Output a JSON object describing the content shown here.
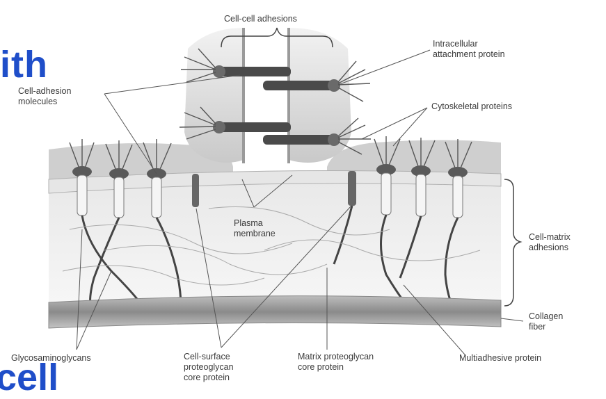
{
  "colors": {
    "slide_text": "#1f4ec9",
    "label_text": "#3a3a3a",
    "membrane": "#dcdcdc",
    "cytoplasm": "#bdbdbd",
    "matrix": "#ececec",
    "collagen": "#9a9a9a",
    "protein": "#555555"
  },
  "slide_fragments": {
    "top": "ith",
    "bottom": "cell"
  },
  "labels": {
    "cell_cell": "Cell-cell adhesions",
    "intracellular": "Intracellular\nattachment protein",
    "cell_adhesion": "Cell-adhesion\nmolecules",
    "cytoskeletal": "Cytoskeletal proteins",
    "plasma_membrane": "Plasma\nmembrane",
    "cell_matrix": "Cell-matrix\nadhesions",
    "collagen": "Collagen\nfiber",
    "glycosaminoglycans": "Glycosaminoglycans",
    "cell_surface": "Cell-surface\nproteoglycan\ncore protein",
    "matrix_proteoglycan": "Matrix proteoglycan\ncore protein",
    "multiadhesive": "Multiadhesive protein"
  }
}
